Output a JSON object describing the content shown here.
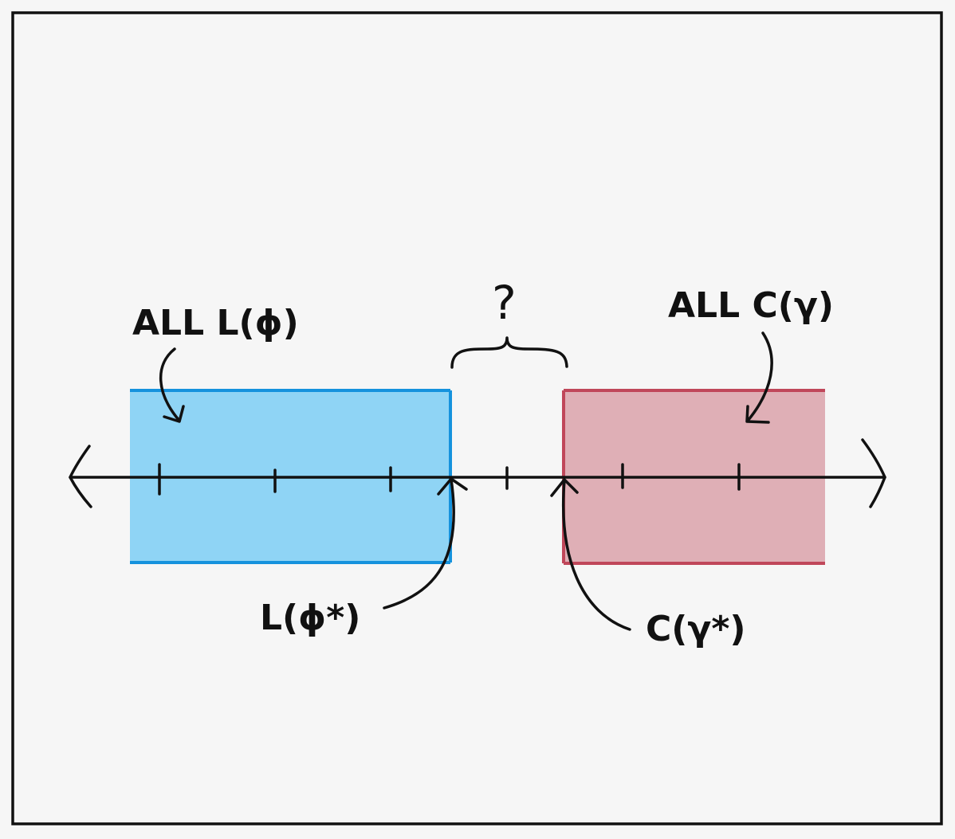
{
  "labels": {
    "all_lower": "ALL L(ϕ)",
    "all_upper": "ALL C(γ)",
    "best_lower": "L(ϕ*)",
    "best_upper": "C(γ*)",
    "gap": "?"
  },
  "colors": {
    "lower_fill": "#8fd4f5",
    "lower_edge": "#1592dd",
    "upper_fill": "#dfafb6",
    "upper_edge": "#c0475a",
    "ink": "#111111",
    "frame": "#111111",
    "background": "#f6f6f6"
  }
}
